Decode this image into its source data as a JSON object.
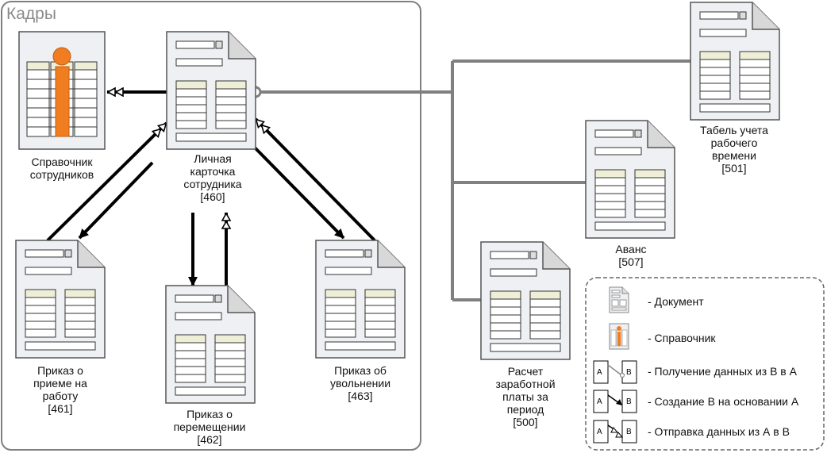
{
  "group": {
    "title": "Кадры"
  },
  "nodes": {
    "directory": [
      "Справочник",
      "сотрудников"
    ],
    "card": [
      "Личная",
      "карточка",
      "сотрудника",
      "[460]"
    ],
    "hire": [
      "Приказ о",
      "приеме на",
      "работу",
      "[461]"
    ],
    "transfer": [
      "Приказ о",
      "перемещении",
      "[462]"
    ],
    "dismiss": [
      "Приказ об",
      "увольнении",
      "[463]"
    ],
    "timesheet": [
      "Табель учета",
      "рабочего",
      "времени",
      "[501]"
    ],
    "advance": [
      "Аванс",
      "[507]"
    ],
    "payroll": [
      "Расчет",
      "заработной",
      "платы за",
      "период",
      "[500]"
    ]
  },
  "legend": {
    "document": "- Документ",
    "directory": "- Справочник",
    "receive": "- Получение данных из В в А",
    "create": "- Создание В на основании А",
    "send": "- Отправка данных из А в В",
    "a": "A",
    "b": "B"
  },
  "colors": {
    "doc_fill": "#eef0f3",
    "doc_stroke": "#555555",
    "table_header": "#efefd8",
    "accent_orange": "#f07d20",
    "connector": "#808080",
    "arrow": "#000000",
    "frame": "#808080"
  }
}
